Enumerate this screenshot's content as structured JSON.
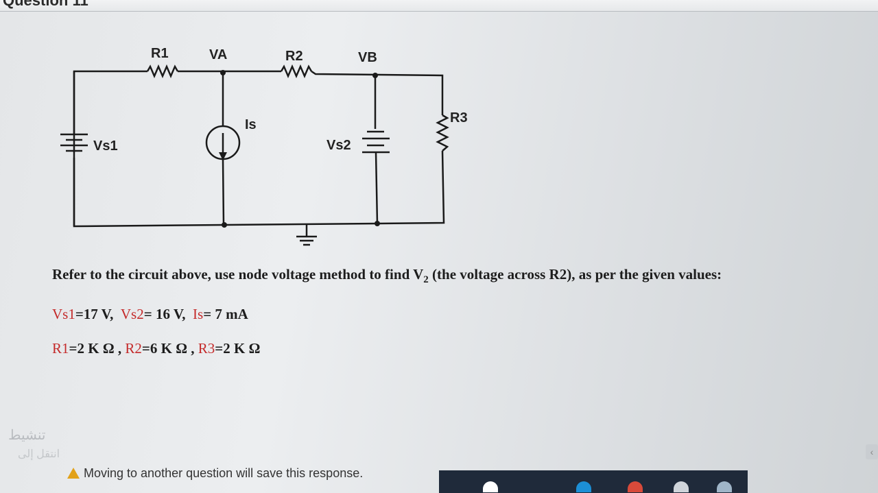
{
  "header": {
    "title": "Question 11"
  },
  "circuit": {
    "labels": {
      "r1": "R1",
      "va": "VA",
      "r2": "R2",
      "vb": "VB",
      "r3": "R3",
      "is": "Is",
      "vs1": "Vs1",
      "vs2": "Vs2"
    }
  },
  "question": {
    "text_before": "Refer to the circuit above, use node voltage method to find V",
    "subscript": "2",
    "text_after": " (the voltage across R2), as per the given values:"
  },
  "values_row1": [
    {
      "label": "Vs1",
      "value": "=17 V,"
    },
    {
      "label": "Vs2",
      "value": "= 16 V,"
    },
    {
      "label": "Is",
      "value": "= 7 mA"
    }
  ],
  "values_row2": [
    {
      "label": "R1",
      "value": "=2 K Ω ,"
    },
    {
      "label": "R2",
      "value": "=6 K Ω ,"
    },
    {
      "label": "R3",
      "value": "=2 K Ω"
    }
  ],
  "footer": {
    "notice": "Moving to another question will save this response.",
    "arabic_line1": "تنشيط",
    "arabic_line2": "انتقل إلى"
  },
  "colors": {
    "value_label": "#c42a2a",
    "wire": "#1a1a1a",
    "taskbar": "#1f2a3a"
  }
}
